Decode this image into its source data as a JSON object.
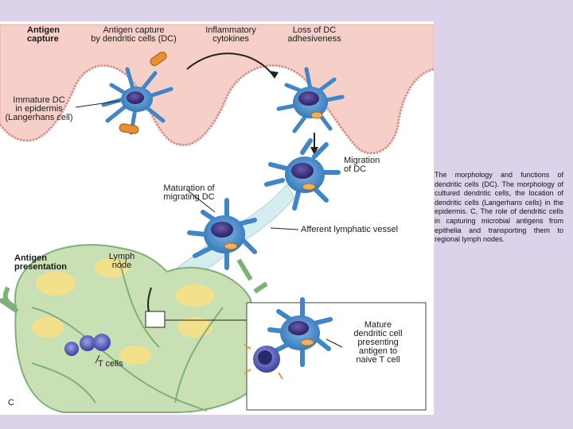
{
  "labels": {
    "antigen_capture_heading": "Antigen\ncapture",
    "capture_by_dc": "Antigen capture\nby dendritic cells (DC)",
    "inflammatory_cytokines": "Inflammatory\ncytokines",
    "loss_of_adhesiveness": "Loss of DC\nadhesiveness",
    "immature_dc": "Immature DC\nin epidermis\n(Langerhans cell)",
    "migration_of_dc": "Migration\nof DC",
    "maturation": "Maturation of\nmigrating DC",
    "afferent_vessel": "Afferent lymphatic vessel",
    "antigen_presentation_heading": "Antigen\npresentation",
    "lymph_node": "Lymph\nnode",
    "mature_dc": "Mature\ndendritic cell\npresenting\nantigen to\nnaive T cell",
    "t_cells": "T cells",
    "panel_letter": "C"
  },
  "caption": "The morphology and functions of dendritic cells (DC). The morphology of cultured dendritic cells, the location of dendritic cells (Langerhans cells) in the epidermis. C, The role of dendritic cells in capturing microbial antigens from epithelia and transporting them to regional lymph nodes.",
  "colors": {
    "background": "#dcd3ea",
    "epidermis": "#f6cfc8",
    "dc_cell": "#3f86c9",
    "nucleus": "#3a2f7a",
    "lymph_node": "#c9e0b5",
    "lymph_follicle": "#f3e08a",
    "antigen": "#e6902e"
  }
}
